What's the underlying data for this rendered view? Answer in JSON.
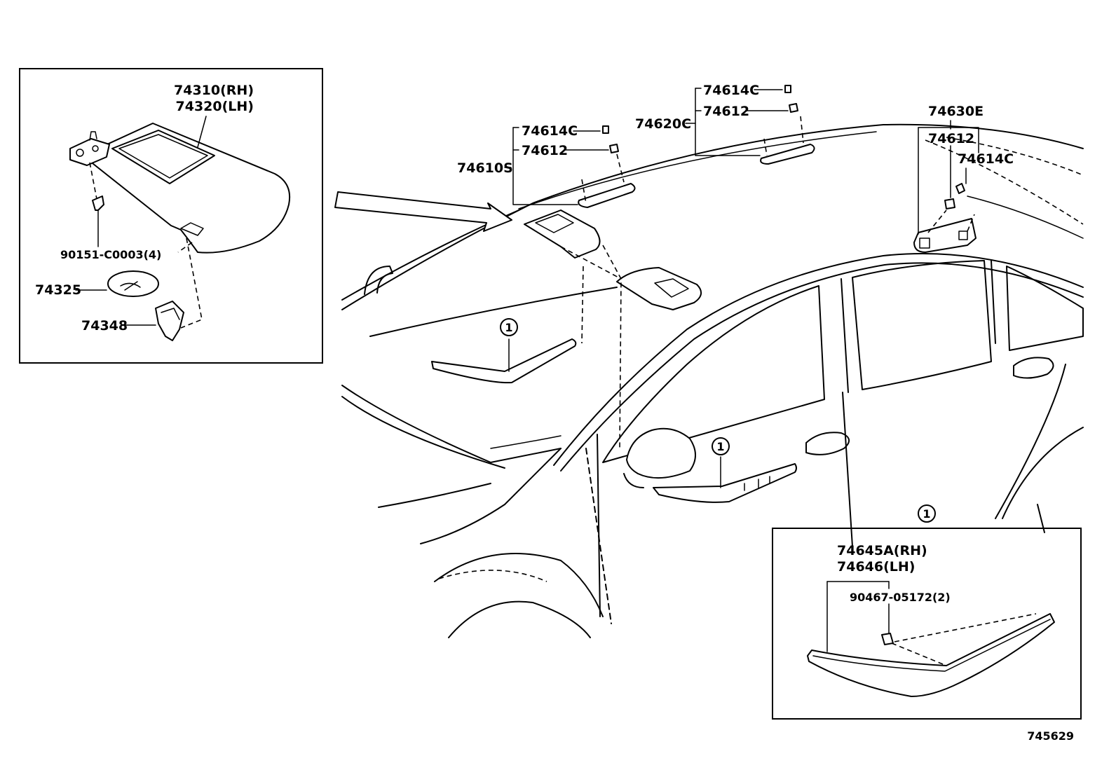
{
  "labels": {
    "visor_rh": "74310(RH)",
    "visor_lh": "74320(LH)",
    "screw": "90151-C0003(4)",
    "holder_cover": "74325",
    "visor_holder": "74348",
    "grip_front_plug_c": "74614C",
    "grip_front_plug": "74612",
    "grip_front_assy": "74610S",
    "grip_mid_plug_c": "74614C",
    "grip_mid_plug": "74612",
    "grip_mid_assy": "74620C",
    "grip_rear_assy": "74630E",
    "grip_rear_plug": "74612",
    "grip_rear_plug_c": "74614C",
    "handle_rh": "74645A(RH)",
    "handle_lh": "74646(LH)",
    "handle_screw": "90467-05172(2)",
    "callout": "1",
    "figure_number": "745629"
  }
}
